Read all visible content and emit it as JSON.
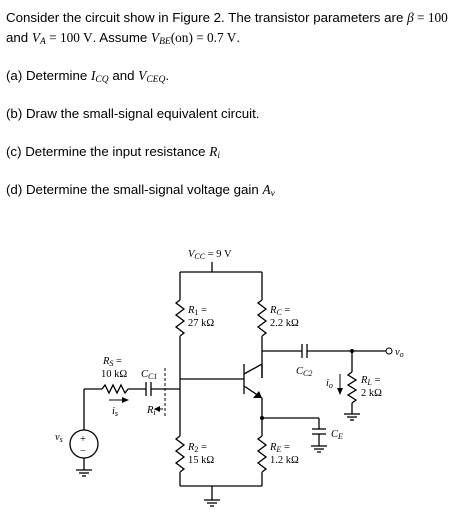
{
  "problem": {
    "intro_l1_a": "Consider the circuit show in Figure 2. The transistor parameters are ",
    "beta_sym": "β",
    "beta_val": " = 100",
    "intro_l2_a": "and ",
    "va_sym": "V",
    "va_sub": "A",
    "va_val": " = 100 V",
    "intro_l2_b": ". Assume ",
    "vbe_sym": "V",
    "vbe_sub": "BE",
    "vbe_on": "(on) = 0.7 V",
    "intro_l2_c": ".",
    "a_text": "(a) Determine ",
    "icq_sym": "I",
    "icq_sub": "CQ",
    "and": " and ",
    "vceq_sym": "V",
    "vceq_sub": "CEQ",
    "a_end": ".",
    "b_text": "(b) Draw the small-signal equivalent circuit.",
    "c_text": "(c) Determine the input resistance ",
    "ri_sym": "R",
    "ri_sub": "i",
    "d_text": "(d) Determine the small-signal voltage gain ",
    "av_sym": "A",
    "av_sub": "v"
  },
  "circuit": {
    "vcc": {
      "sym": "V",
      "sub": "CC",
      "val": " = 9 V"
    },
    "r1": {
      "sym": "R",
      "sub": "1",
      "eq": " =",
      "val": "27 kΩ"
    },
    "rc": {
      "sym": "R",
      "sub": "C",
      "eq": " =",
      "val": "2.2 kΩ"
    },
    "rs": {
      "sym": "R",
      "sub": "S",
      "eq": " =",
      "val": "10 kΩ"
    },
    "cc1": {
      "sym": "C",
      "sub": "C1"
    },
    "cc2": {
      "sym": "C",
      "sub": "C2"
    },
    "ri": {
      "sym": "R",
      "sub": "i"
    },
    "is": {
      "sym": "i",
      "sub": "s"
    },
    "io": {
      "sym": "i",
      "sub": "o"
    },
    "vo": {
      "sym": "v",
      "sub": "o"
    },
    "vs": {
      "sym": "v",
      "sub": "s"
    },
    "src_plus": "+",
    "src_minus": "−",
    "rl": {
      "sym": "R",
      "sub": "L",
      "eq": " =",
      "val": "2 kΩ"
    },
    "r2": {
      "sym": "R",
      "sub": "2",
      "eq": " =",
      "val": "15 kΩ"
    },
    "re": {
      "sym": "R",
      "sub": "E",
      "eq": " =",
      "val": "1.2 kΩ"
    },
    "ce": {
      "sym": "C",
      "sub": "E"
    }
  }
}
